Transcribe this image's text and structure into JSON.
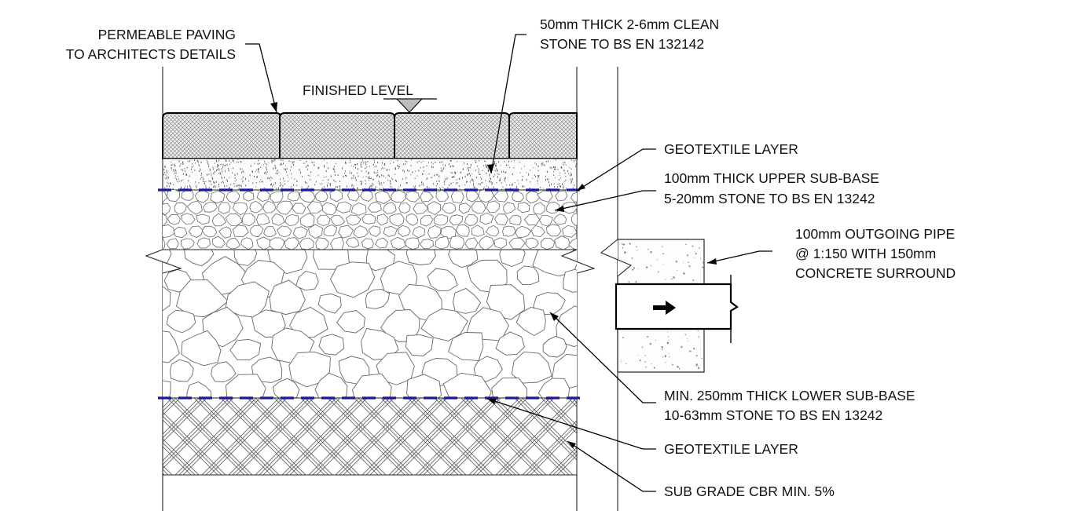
{
  "labels": {
    "permeable_paving": [
      "PERMEABLE PAVING",
      "TO ARCHITECTS DETAILS"
    ],
    "clean_stone": [
      "50mm THICK 2-6mm CLEAN",
      "STONE TO BS EN 132142"
    ],
    "finished_level": "FINISHED LEVEL",
    "geotextile_upper": "GEOTEXTILE LAYER",
    "upper_sub_base": [
      "100mm THICK UPPER SUB-BASE",
      "5-20mm STONE TO BS EN 13242"
    ],
    "outgoing_pipe": [
      "100mm OUTGOING PIPE",
      "@ 1:150 WITH 150mm",
      "CONCRETE SURROUND"
    ],
    "lower_sub_base": [
      "MIN. 250mm THICK LOWER SUB-BASE",
      "10-63mm STONE TO BS EN 13242"
    ],
    "geotextile_lower": "GEOTEXTILE LAYER",
    "sub_grade": "SUB GRADE CBR MIN. 5%"
  },
  "colors": {
    "geotextile": "#1a1aa0",
    "paving_fill": "#e6e6e6",
    "line": "#000000"
  },
  "icons": {
    "flow_direction": "arrow-right-icon",
    "level_marker": "triangle-down-icon"
  }
}
